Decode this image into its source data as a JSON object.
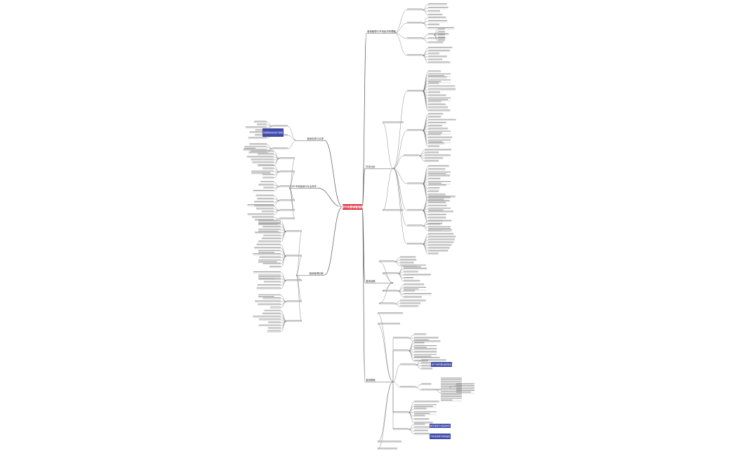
{
  "root": {
    "label": "中国市场营销管理研究"
  },
  "branches": [
    {
      "label": "营销管理与市场经济新理解"
    },
    {
      "label": "市场分析"
    },
    {
      "label": "营销战略"
    },
    {
      "label": "营销策略"
    },
    {
      "label": "营销实践与实现"
    },
    {
      "label": "市场营销与社会责任"
    },
    {
      "label": "营销管理创新"
    }
  ],
  "highlights": [
    {
      "label": "营销观念的演变与发展"
    },
    {
      "label": "客户关系管理与品牌建设"
    },
    {
      "label": "数字营销与全渠道布局"
    },
    {
      "label": "可持续营销与绿色发展"
    }
  ]
}
